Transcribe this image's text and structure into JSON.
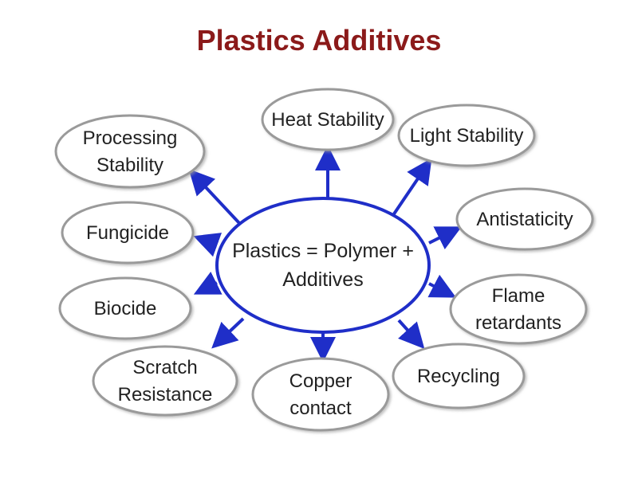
{
  "title": "Plastics Additives",
  "center": {
    "lines": [
      "Plastics = Polymer +",
      "Additives"
    ]
  },
  "nodes": [
    {
      "id": "heat-stability",
      "lines": [
        "Heat Stability"
      ]
    },
    {
      "id": "light-stability",
      "lines": [
        "Light Stability"
      ]
    },
    {
      "id": "processing-stability",
      "lines": [
        "Processing",
        "Stability"
      ]
    },
    {
      "id": "antistaticity",
      "lines": [
        "Antistaticity"
      ]
    },
    {
      "id": "fungicide",
      "lines": [
        "Fungicide"
      ]
    },
    {
      "id": "flame-retardants",
      "lines": [
        "Flame",
        "retardants"
      ]
    },
    {
      "id": "biocide",
      "lines": [
        "Biocide"
      ]
    },
    {
      "id": "recycling",
      "lines": [
        "Recycling"
      ]
    },
    {
      "id": "scratch-resistance",
      "lines": [
        "Scratch",
        "Resistance"
      ]
    },
    {
      "id": "copper-contact",
      "lines": [
        "Copper",
        "contact"
      ]
    }
  ],
  "colors": {
    "title": "#8b1a1a",
    "arrow": "#1f2ec8",
    "center_border": "#1f2ec8",
    "node_border": "#9a9a9a"
  }
}
